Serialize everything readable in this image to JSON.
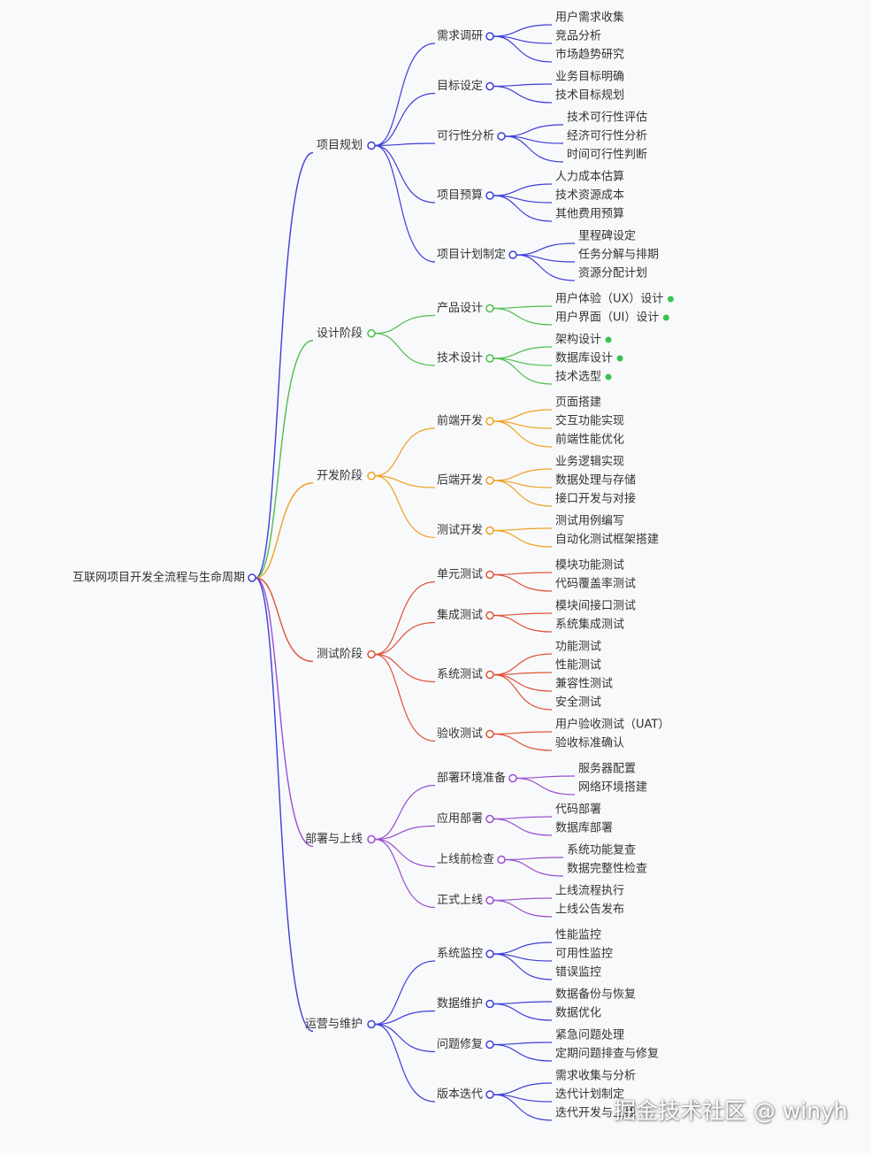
{
  "root": "互联网项目开发全流程与生命周期",
  "watermark": "掘金技术社区 @ winyh",
  "branches": [
    {
      "label": "项目规划",
      "color": "#3d3fd6",
      "children": [
        {
          "label": "需求调研",
          "children": [
            "用户需求收集",
            "竞品分析",
            "市场趋势研究"
          ]
        },
        {
          "label": "目标设定",
          "children": [
            "业务目标明确",
            "技术目标规划"
          ]
        },
        {
          "label": "可行性分析",
          "children": [
            "技术可行性评估",
            "经济可行性分析",
            "时间可行性判断"
          ]
        },
        {
          "label": "项目预算",
          "children": [
            "人力成本估算",
            "技术资源成本",
            "其他费用预算"
          ]
        },
        {
          "label": "项目计划制定",
          "children": [
            "里程碑设定",
            "任务分解与排期",
            "资源分配计划"
          ]
        }
      ]
    },
    {
      "label": "设计阶段",
      "color": "#4cbe4c",
      "children": [
        {
          "label": "产品设计",
          "children": [
            "用户体验（UX）设计",
            "用户界面（UI）设计"
          ]
        },
        {
          "label": "技术设计",
          "children": [
            "架构设计",
            "数据库设计",
            "技术选型"
          ]
        }
      ]
    },
    {
      "label": "开发阶段",
      "color": "#f0a020",
      "children": [
        {
          "label": "前端开发",
          "children": [
            "页面搭建",
            "交互功能实现",
            "前端性能优化"
          ]
        },
        {
          "label": "后端开发",
          "children": [
            "业务逻辑实现",
            "数据处理与存储",
            "接口开发与对接"
          ]
        },
        {
          "label": "测试开发",
          "children": [
            "测试用例编写",
            "自动化测试框架搭建"
          ]
        }
      ]
    },
    {
      "label": "测试阶段",
      "color": "#e0523a",
      "children": [
        {
          "label": "单元测试",
          "children": [
            "模块功能测试",
            "代码覆盖率测试"
          ]
        },
        {
          "label": "集成测试",
          "children": [
            "模块间接口测试",
            "系统集成测试"
          ]
        },
        {
          "label": "系统测试",
          "children": [
            "功能测试",
            "性能测试",
            "兼容性测试",
            "安全测试"
          ]
        },
        {
          "label": "验收测试",
          "children": [
            "用户验收测试（UAT）",
            "验收标准确认"
          ]
        }
      ]
    },
    {
      "label": "部署与上线",
      "color": "#9a4fd0",
      "children": [
        {
          "label": "部署环境准备",
          "children": [
            "服务器配置",
            "网络环境搭建"
          ]
        },
        {
          "label": "应用部署",
          "children": [
            "代码部署",
            "数据库部署"
          ]
        },
        {
          "label": "上线前检查",
          "children": [
            "系统功能复查",
            "数据完整性检查"
          ]
        },
        {
          "label": "正式上线",
          "children": [
            "上线流程执行",
            "上线公告发布"
          ]
        }
      ]
    },
    {
      "label": "运营与维护",
      "color": "#3d3fd6",
      "children": [
        {
          "label": "系统监控",
          "children": [
            "性能监控",
            "可用性监控",
            "错误监控"
          ]
        },
        {
          "label": "数据维护",
          "children": [
            "数据备份与恢复",
            "数据优化"
          ]
        },
        {
          "label": "问题修复",
          "children": [
            "紧急问题处理",
            "定期问题排查与修复"
          ]
        },
        {
          "label": "版本迭代",
          "children": [
            "需求收集与分析",
            "迭代计划制定",
            "迭代开发与上线"
          ]
        }
      ]
    }
  ]
}
